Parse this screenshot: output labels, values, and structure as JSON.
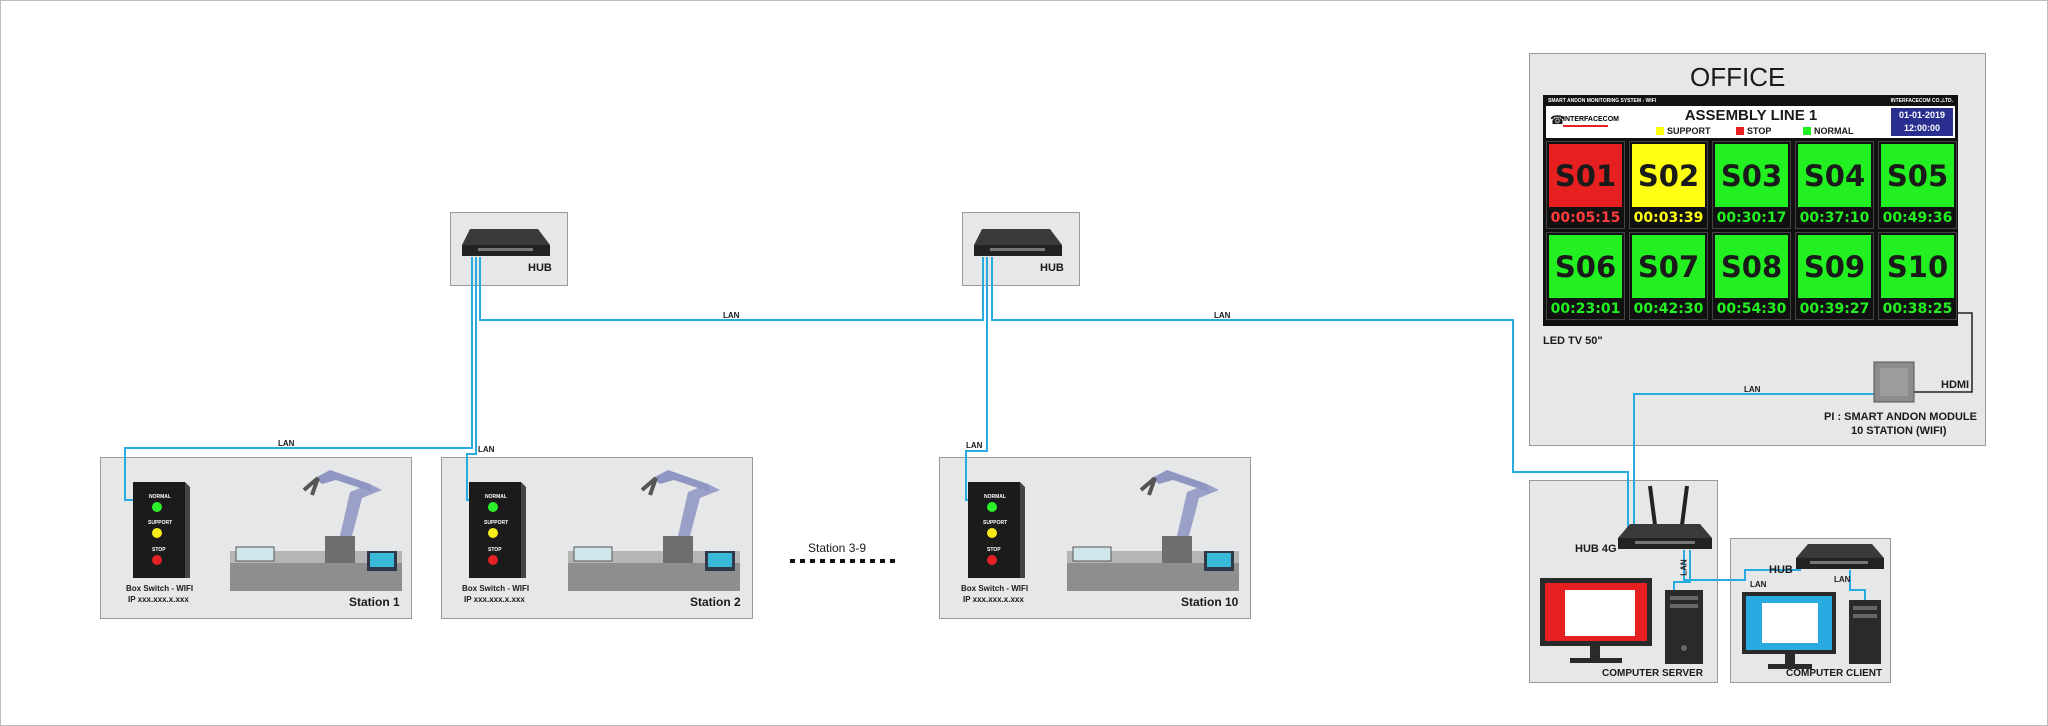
{
  "hubs": {
    "hub_label": "HUB",
    "hub4g_label": "HUB 4G"
  },
  "links": {
    "lan": "LAN",
    "hdmi": "HDMI"
  },
  "stations": [
    {
      "name": "Station 1",
      "box_label": "Box Switch - WIFI",
      "ip": "IP xxx.xxx.x.xxx"
    },
    {
      "name": "Station 2",
      "box_label": "Box Switch - WIFI",
      "ip": "IP xxx.xxx.x.xxx"
    },
    {
      "name": "Station 10",
      "box_label": "Box Switch - WIFI",
      "ip": "IP xxx.xxx.x.xxx"
    }
  ],
  "box_buttons": {
    "normal": "NORMAL",
    "support": "SUPPORT",
    "stop": "STOP"
  },
  "station_gap_label": "Station 3-9",
  "office": {
    "title": "OFFICE",
    "tv_label": "LED TV 50\"",
    "module_label_1": "PI : SMART ANDON MODULE",
    "module_label_2": "10 STATION (WIFI)"
  },
  "dashboard": {
    "system_name": "SMART ANDON MONITORING SYSTEM - WIFI",
    "company": "INTERFACECOM CO.,LTD.",
    "logo_text": "INTERFACECOM",
    "title": "ASSEMBLY LINE 1",
    "legend": {
      "support": "SUPPORT",
      "stop": "STOP",
      "normal": "NORMAL"
    },
    "date": "01-01-2019",
    "time": "12:00:00",
    "tiles": [
      {
        "id": "S01",
        "time": "00:05:15",
        "status": "stop"
      },
      {
        "id": "S02",
        "time": "00:03:39",
        "status": "support"
      },
      {
        "id": "S03",
        "time": "00:30:17",
        "status": "normal"
      },
      {
        "id": "S04",
        "time": "00:37:10",
        "status": "normal"
      },
      {
        "id": "S05",
        "time": "00:49:36",
        "status": "normal"
      },
      {
        "id": "S06",
        "time": "00:23:01",
        "status": "normal"
      },
      {
        "id": "S07",
        "time": "00:42:30",
        "status": "normal"
      },
      {
        "id": "S08",
        "time": "00:54:30",
        "status": "normal"
      },
      {
        "id": "S09",
        "time": "00:39:27",
        "status": "normal"
      },
      {
        "id": "S10",
        "time": "00:38:25",
        "status": "normal"
      }
    ]
  },
  "computers": {
    "server": "COMPUTER SERVER",
    "client": "COMPUTER CLIENT"
  },
  "colors": {
    "cable": "#29abe2",
    "stop": "#e62020",
    "support": "#ffff14",
    "normal": "#22f020",
    "panel": "#e6e7e8"
  }
}
